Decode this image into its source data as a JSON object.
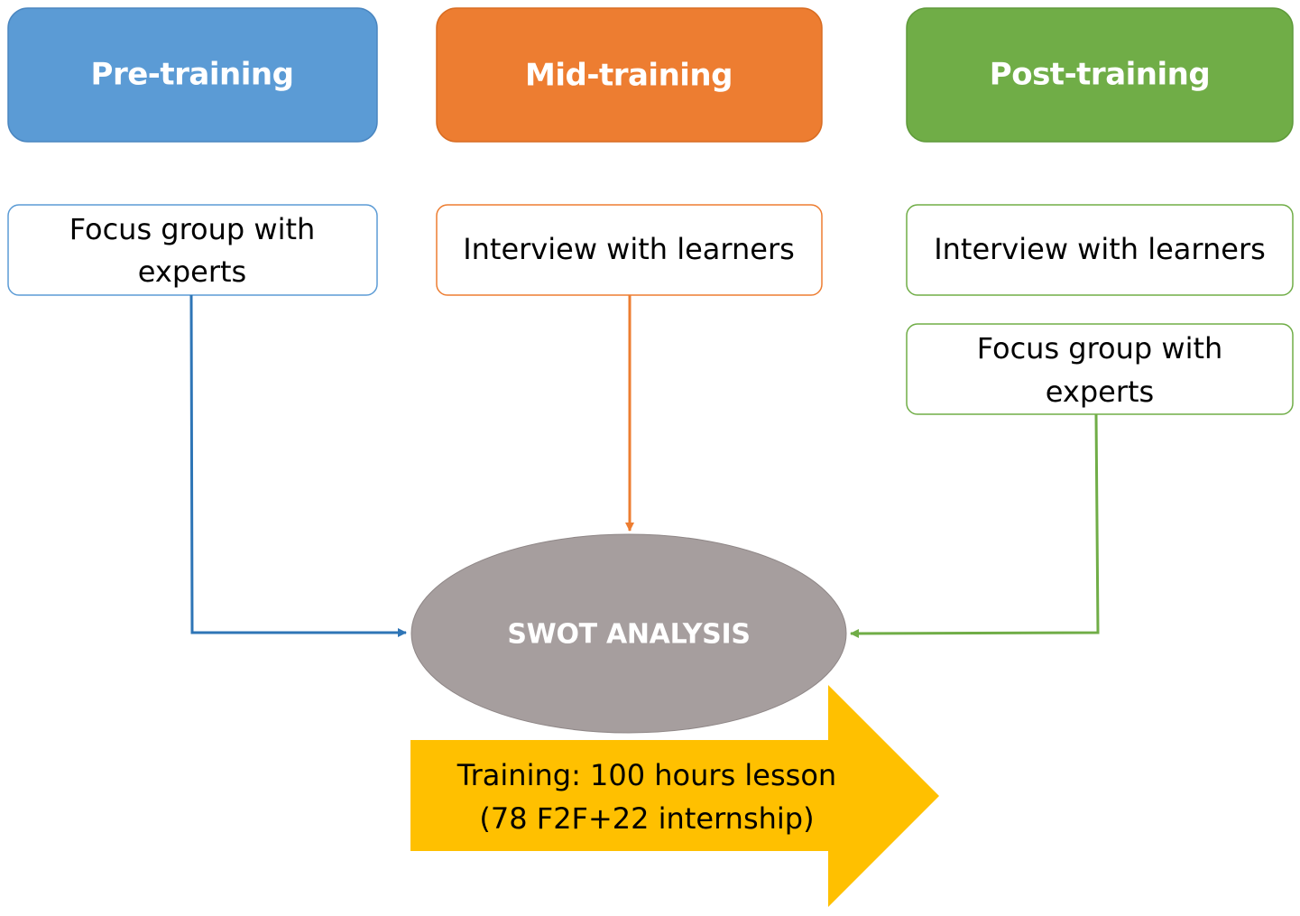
{
  "colors": {
    "pre": "#5b9bd5",
    "pre_border": "#4a86c0",
    "pre_line": "#2e75b6",
    "mid": "#ed7d31",
    "mid_border": "#d86c22",
    "post": "#70ad47",
    "post_border": "#5f9a3a",
    "swot": "#a69e9e",
    "arrow": "#ffc000"
  },
  "phases": {
    "pre": {
      "title": "Pre-training",
      "method_line1": "Focus group with",
      "method_line2": "experts"
    },
    "mid": {
      "title": "Mid-training",
      "method": "Interview with learners"
    },
    "post": {
      "title": "Post-training",
      "method1": "Interview with learners",
      "method2_line1": "Focus group with",
      "method2_line2": "experts"
    }
  },
  "center": {
    "label": "SWOT ANALYSIS"
  },
  "training_arrow": {
    "line1": "Training: 100 hours lesson",
    "line2": "(78 F2F+22 internship)"
  }
}
